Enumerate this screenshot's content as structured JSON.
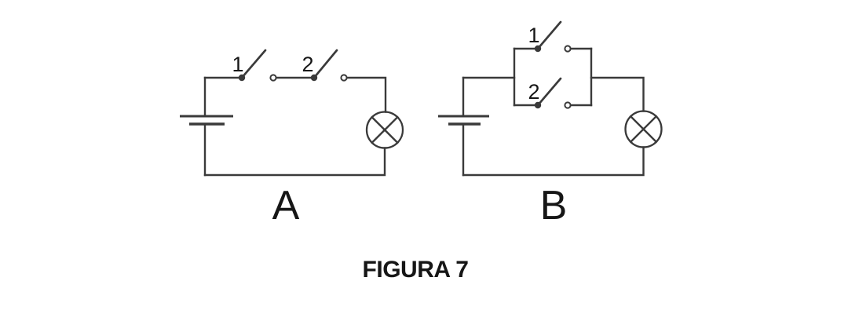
{
  "figure": {
    "caption": "FIGURA 7",
    "circuits": [
      {
        "label": "A",
        "topology": "series",
        "description": "battery, switch 1 and switch 2 in series with lamp",
        "switch_labels": [
          "1",
          "2"
        ]
      },
      {
        "label": "B",
        "topology": "parallel",
        "description": "switch 1 and switch 2 in parallel branches, in series with battery and lamp",
        "switch_labels": [
          "1",
          "2"
        ]
      }
    ]
  },
  "icons": {
    "battery": "battery-cell-icon",
    "switch": "open-switch-icon",
    "lamp": "lamp-icon"
  },
  "colors": {
    "line": "#3a3a3a",
    "text": "#161616",
    "background": "#ffffff"
  }
}
